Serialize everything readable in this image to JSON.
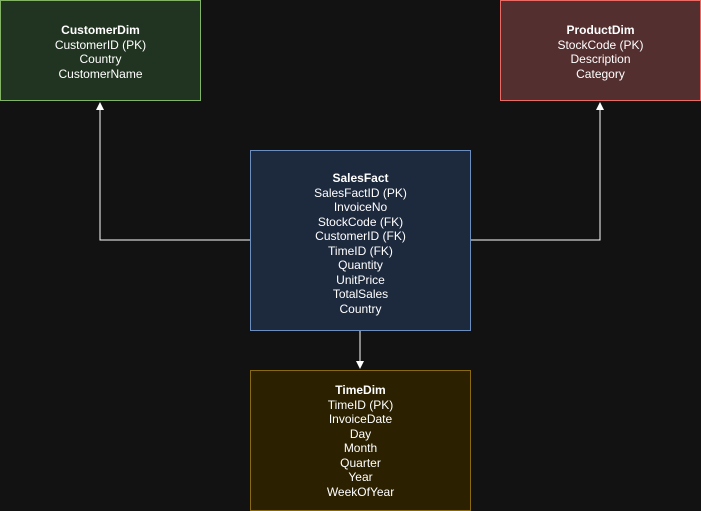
{
  "entities": {
    "customer_dim": {
      "title": "CustomerDim",
      "fields": [
        "CustomerID (PK)",
        "Country",
        "CustomerName"
      ]
    },
    "product_dim": {
      "title": "ProductDim",
      "fields": [
        "StockCode (PK)",
        "Description",
        "Category"
      ]
    },
    "sales_fact": {
      "title": "SalesFact",
      "fields": [
        "SalesFactID (PK)",
        "InvoiceNo",
        "StockCode (FK)",
        "CustomerID (FK)",
        "TimeID (FK)",
        "Quantity",
        "UnitPrice",
        "TotalSales",
        "Country"
      ]
    },
    "time_dim": {
      "title": "TimeDim",
      "fields": [
        "TimeID (PK)",
        "InvoiceDate",
        "Day",
        "Month",
        "Quarter",
        "Year",
        "WeekOfYear"
      ]
    }
  },
  "colors": {
    "background": "#121212",
    "customer_fill": "#213421",
    "customer_border": "#82b366",
    "product_fill": "#532f2f",
    "product_border": "#ea6b66",
    "sales_fill": "#1d293d",
    "sales_border": "#6c8ebf",
    "time_fill": "#2b2000",
    "time_border": "#8a6a10",
    "connector": "#ffffff"
  }
}
